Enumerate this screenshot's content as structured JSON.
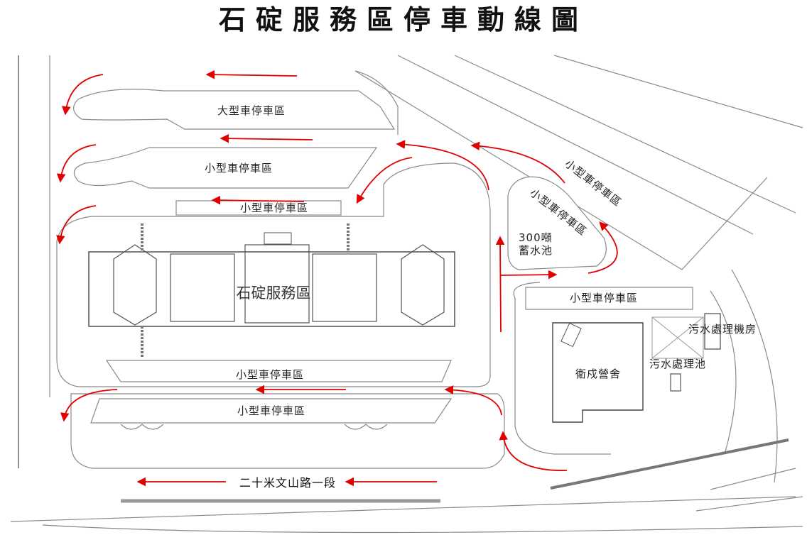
{
  "title": "石碇服務區停車動線圖",
  "labels": {
    "large_lot": "大型車停車區",
    "small_lot_upper": "小型車停車區",
    "small_lot_north": "小型車停車區",
    "small_lot_south_1": "小型車停車區",
    "small_lot_south_2": "小型車停車區",
    "small_lot_east": "小型車停車區",
    "small_lot_diag_1": "小型車停車區",
    "small_lot_diag_2": "小型車停車區",
    "service_area": "石碇服務區",
    "reservoir_line1": "300噸",
    "reservoir_line2": "蓄水池",
    "barracks": "衛戍營舍",
    "sewage_room": "污水處理機房",
    "sewage_pool": "污水處理池",
    "road_left": "二十米文山路一段",
    "road_right": ""
  },
  "colors": {
    "flow_arrow": "#e00000",
    "outline": "#8a8a8a",
    "building": "#444444"
  }
}
